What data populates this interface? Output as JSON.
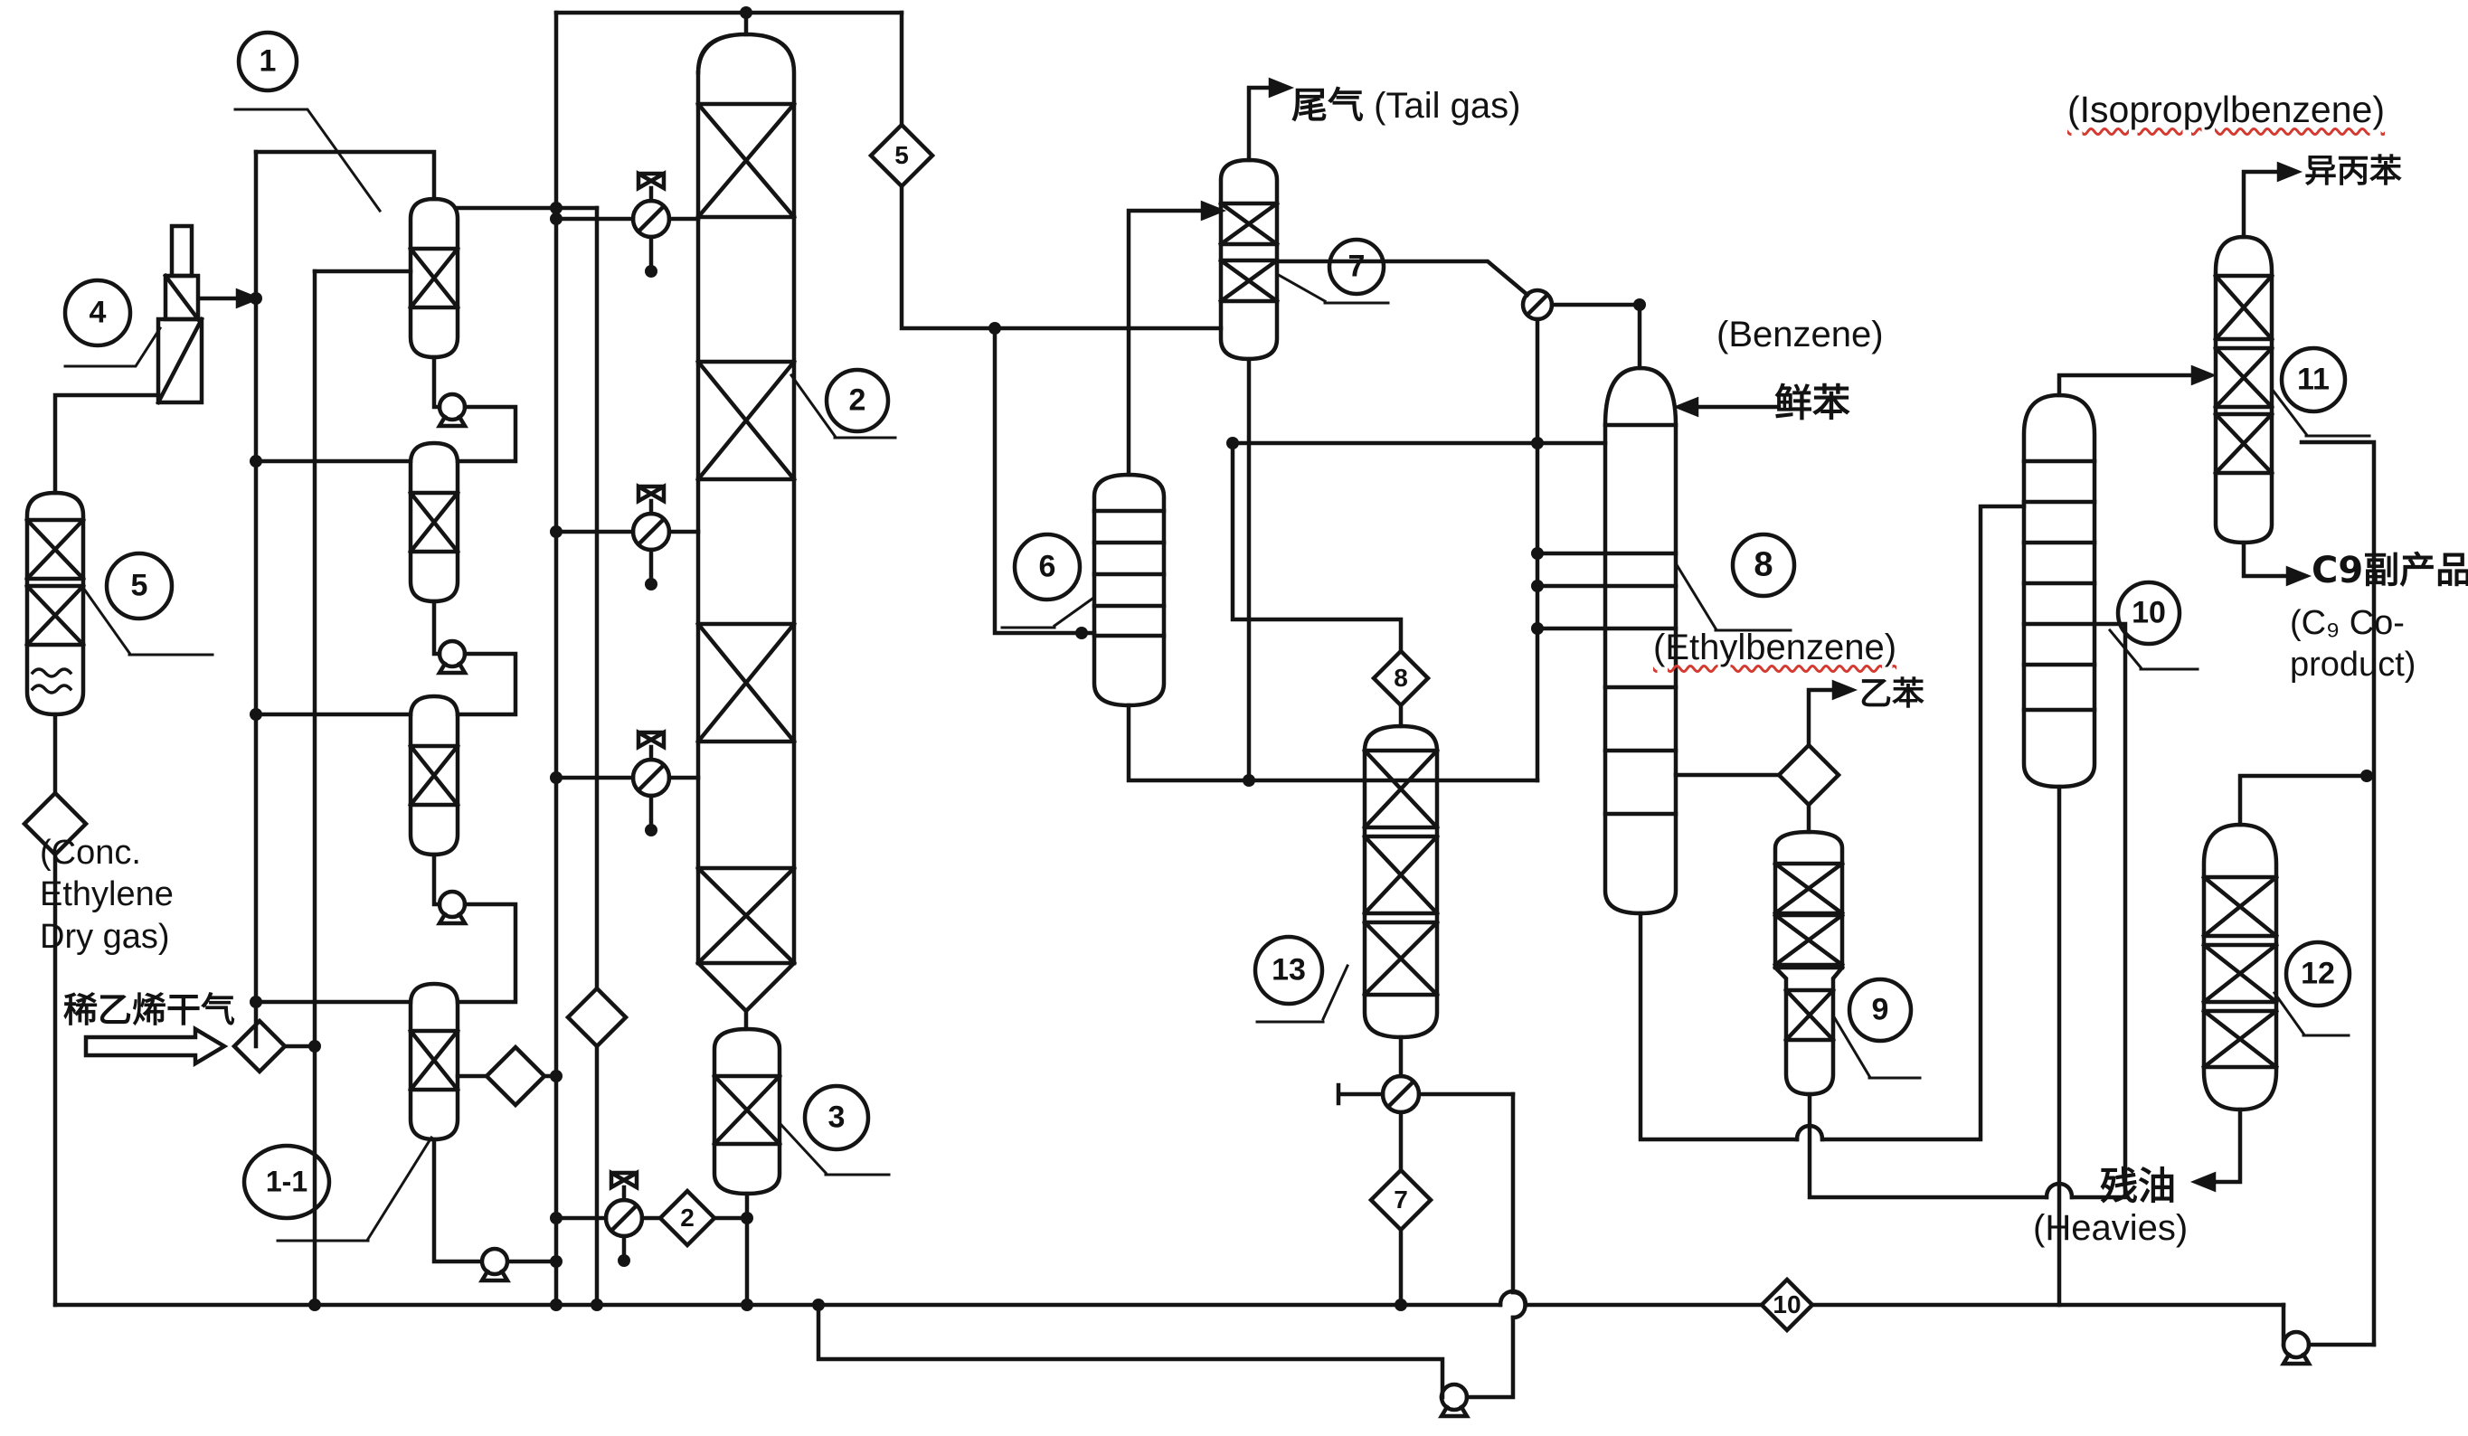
{
  "labels": {
    "tail_gas_cn": "尾气",
    "tail_gas_en": "(Tail gas)",
    "conc_dry_gas_en": "(Conc. Ethylene Dry gas)",
    "dry_gas_cn": "稀乙烯干气",
    "benzene_en": "(Benzene)",
    "benzene_cn": "鲜苯",
    "ethylbenzene_en": "(Ethylbenzene)",
    "ethylbenzene_cn": "乙苯",
    "isopropylbenzene_en": "(Isopropylbenzene)",
    "isopropylbenzene_cn": "异丙苯",
    "c9_cn": "C9副产品",
    "c9_en": "(C₉ Co-product)",
    "heavies_cn": "残油",
    "heavies_en": "(Heavies)"
  },
  "equipment": {
    "b1": "1",
    "b1_1": "1-1",
    "b2": "2",
    "b3": "3",
    "b4": "4",
    "b5": "5",
    "b6": "6",
    "b7": "7",
    "b8": "8",
    "b9": "9",
    "b10": "10",
    "b11": "11",
    "b12": "12",
    "b13": "13"
  },
  "valves": {
    "d5": "5",
    "d2": "2",
    "d8": "8",
    "d7": "7",
    "d10": "10"
  },
  "colors": {
    "line": "#141414",
    "underline": "#d43a2f",
    "background": "#ffffff"
  }
}
